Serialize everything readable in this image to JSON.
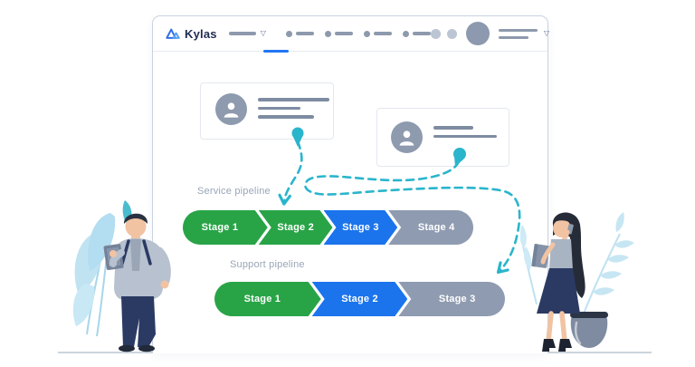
{
  "app": {
    "name": "Kylas"
  },
  "navbar": {
    "logo_text": "Kylas",
    "menu_placeholder_items": 4,
    "active_menu_index": 0,
    "user_cluster": {
      "notification_dots": 2,
      "has_avatar": true
    }
  },
  "contact_cards": [
    {
      "name": "contact-card-1",
      "placeholder_lines": 3
    },
    {
      "name": "contact-card-2",
      "placeholder_lines": 2
    }
  ],
  "pipelines": [
    {
      "label": "Service pipeline",
      "stages": [
        {
          "label": "Stage 1",
          "color": "#28a447"
        },
        {
          "label": "Stage 2",
          "color": "#28a447"
        },
        {
          "label": "Stage 3",
          "color": "#1b74ec"
        },
        {
          "label": "Stage 4",
          "color": "#8f9bb0"
        }
      ]
    },
    {
      "label": "Support pipeline",
      "stages": [
        {
          "label": "Stage 1",
          "color": "#28a447"
        },
        {
          "label": "Stage 2",
          "color": "#1b74ec"
        },
        {
          "label": "Stage 3",
          "color": "#8f9bb0"
        }
      ]
    }
  ],
  "icons": {
    "logo": "kylas-mountain-icon",
    "dropdown": "chevron-down-icon",
    "avatar": "user-avatar",
    "card_avatar": "person-icon"
  },
  "colors": {
    "stage_green": "#28a447",
    "stage_blue": "#1b74ec",
    "stage_gray": "#8f9bb0",
    "connector_teal": "#2ab5cc",
    "active_tab_blue": "#2276f3",
    "placeholder_slate": "#8d99ad",
    "window_border": "#c9d3e0",
    "label_gray": "#99a5b7"
  }
}
